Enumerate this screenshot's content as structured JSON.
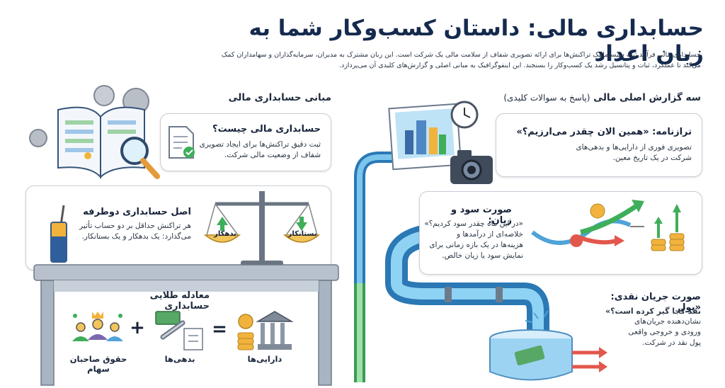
{
  "page": {
    "title": "حسابداری مالی: داستان کسب‌وکار شما به زبان اعداد",
    "intro_line1": "حسابداری مالی فرآیند ثبت سیستماتیک تراکنش‌ها برای ارائه تصویری شفاف از سلامت مالی یک شرکت است. این زبان مشترک به مدیران، سرمایه‌گذاران و سهامداران کمک",
    "intro_line2": "می‌کند تا عملکرد، ثبات و پتانسیل رشد یک کسب‌وکار را بسنجند. این اینفوگرافیک به مبانی اصلی و گزارش‌های کلیدی آن می‌پردازد."
  },
  "basics": {
    "title": "مبانی حسابداری مالی",
    "what": {
      "title": "حسابداری مالی چیست؟",
      "text_line1": "ثبت دقیق تراکنش‌ها برای ایجاد تصویری",
      "text_line2": "شفاف از وضعیت مالی شرکت."
    },
    "double_entry": {
      "title": "اصل حسابداری دوطرفه",
      "text_line1": "هر تراکنش حداقل بر دو حساب تأثیر",
      "text_line2": "می‌گذارد: یک بدهکار و یک بستانکار.",
      "debit": "بدهکار",
      "credit": "بستانکار"
    },
    "equation": {
      "title": "معادله طلایی حسابداری",
      "assets": "دارایی‌ها",
      "liabilities": "بدهی‌ها",
      "equity": "حقوق صاحبان سهام",
      "equals": "=",
      "plus": "+"
    }
  },
  "reports": {
    "title": "سه گزارش اصلی مالی",
    "subtitle": "(پاسخ به سوالات کلیدی)",
    "balance": {
      "title": "ترازنامه: «همین الان چقدر می‌ارزیم؟»",
      "text_line1": "تصویری فوری از دارایی‌ها و بدهی‌های",
      "text_line2": "شرکت در یک تاریخ معین."
    },
    "income": {
      "title": "صورت سود و زیان:",
      "question": "«در این ماه چقدر سود کردیم؟»",
      "text_line1": "خلاصه‌ای از درآمدها و",
      "text_line2": "هزینه‌ها در یک بازه زمانی برای",
      "text_line3": "نمایش سود یا زیان خالص."
    },
    "cashflow": {
      "title": "صورت جریان نقدی: «پول",
      "question": "نقد کجا گیر کرده است؟»",
      "text_line1": "نشان‌دهنده جریان‌های",
      "text_line2": "ورودی و خروجی واقعی",
      "text_line3": "پول نقد در شرکت."
    }
  },
  "colors": {
    "title": "#152a4e",
    "pipe": "#4fa3d8",
    "green": "#3fae5a",
    "red": "#e2574c",
    "gold": "#f2b33d",
    "table": "#a9b4c2"
  }
}
